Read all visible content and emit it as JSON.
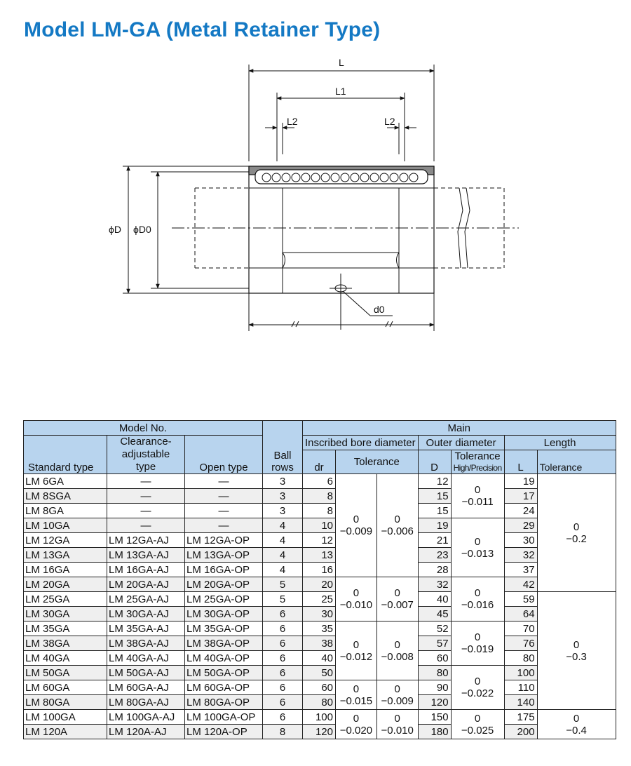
{
  "title": "Model LM-GA (Metal Retainer Type)",
  "drawing": {
    "labels": {
      "L": "L",
      "L1": "L1",
      "L2_left": "L2",
      "L2_right": "L2",
      "phi_D": "ϕD",
      "phi_D0": "ϕD0",
      "d0": "d0"
    }
  },
  "table": {
    "headers": {
      "model_no": "Model No.",
      "main": "Main",
      "standard_type": "Standard type",
      "clearance_type": "Clearance-adjustable type",
      "clearance_line1": "Clearance-",
      "clearance_line2": "adjustable",
      "clearance_line3": "type",
      "open_type": "Open type",
      "ball_rows_line1": "Ball",
      "ball_rows_line2": "rows",
      "inscribed_bore": "Inscribed bore diameter",
      "outer_diameter": "Outer diameter",
      "length": "Length",
      "tolerance": "Tolerance",
      "dr": "dr",
      "high": "High",
      "precision": "Precision",
      "D": "D",
      "d_tolerance_line1": "Tolerance",
      "d_tolerance_line2": "High/Precision",
      "L": "L",
      "l_tolerance": "Tolerance"
    },
    "rows": [
      {
        "standard": "LM 6GA",
        "clearance": "—",
        "open": "—",
        "ball_rows": "3",
        "dr": "6",
        "D": "12",
        "L": "19"
      },
      {
        "standard": "LM 8SGA",
        "clearance": "—",
        "open": "—",
        "ball_rows": "3",
        "dr": "8",
        "D": "15",
        "L": "17"
      },
      {
        "standard": "LM 8GA",
        "clearance": "—",
        "open": "—",
        "ball_rows": "3",
        "dr": "8",
        "D": "15",
        "L": "24"
      },
      {
        "standard": "LM 10GA",
        "clearance": "—",
        "open": "—",
        "ball_rows": "4",
        "dr": "10",
        "D": "19",
        "L": "29"
      },
      {
        "standard": "LM 12GA",
        "clearance": "LM 12GA-AJ",
        "open": "LM 12GA-OP",
        "ball_rows": "4",
        "dr": "12",
        "D": "21",
        "L": "30"
      },
      {
        "standard": "LM 13GA",
        "clearance": "LM 13GA-AJ",
        "open": "LM 13GA-OP",
        "ball_rows": "4",
        "dr": "13",
        "D": "23",
        "L": "32"
      },
      {
        "standard": "LM 16GA",
        "clearance": "LM 16GA-AJ",
        "open": "LM 16GA-OP",
        "ball_rows": "4",
        "dr": "16",
        "D": "28",
        "L": "37"
      },
      {
        "standard": "LM 20GA",
        "clearance": "LM 20GA-AJ",
        "open": "LM 20GA-OP",
        "ball_rows": "5",
        "dr": "20",
        "D": "32",
        "L": "42"
      },
      {
        "standard": "LM 25GA",
        "clearance": "LM 25GA-AJ",
        "open": "LM 25GA-OP",
        "ball_rows": "5",
        "dr": "25",
        "D": "40",
        "L": "59"
      },
      {
        "standard": "LM 30GA",
        "clearance": "LM 30GA-AJ",
        "open": "LM 30GA-OP",
        "ball_rows": "6",
        "dr": "30",
        "D": "45",
        "L": "64"
      },
      {
        "standard": "LM 35GA",
        "clearance": "LM 35GA-AJ",
        "open": "LM 35GA-OP",
        "ball_rows": "6",
        "dr": "35",
        "D": "52",
        "L": "70"
      },
      {
        "standard": "LM 38GA",
        "clearance": "LM 38GA-AJ",
        "open": "LM 38GA-OP",
        "ball_rows": "6",
        "dr": "38",
        "D": "57",
        "L": "76"
      },
      {
        "standard": "LM 40GA",
        "clearance": "LM 40GA-AJ",
        "open": "LM 40GA-OP",
        "ball_rows": "6",
        "dr": "40",
        "D": "60",
        "L": "80"
      },
      {
        "standard": "LM 50GA",
        "clearance": "LM 50GA-AJ",
        "open": "LM 50GA-OP",
        "ball_rows": "6",
        "dr": "50",
        "D": "80",
        "L": "100"
      },
      {
        "standard": "LM 60GA",
        "clearance": "LM 60GA-AJ",
        "open": "LM 60GA-OP",
        "ball_rows": "6",
        "dr": "60",
        "D": "90",
        "L": "110"
      },
      {
        "standard": "LM 80GA",
        "clearance": "LM 80GA-AJ",
        "open": "LM 80GA-OP",
        "ball_rows": "6",
        "dr": "80",
        "D": "120",
        "L": "140"
      },
      {
        "standard": "LM 100GA",
        "clearance": "LM 100GA-AJ",
        "open": "LM 100GA-OP",
        "ball_rows": "6",
        "dr": "100",
        "D": "150",
        "L": "175"
      },
      {
        "standard": "LM 120A",
        "clearance": "LM 120A-AJ",
        "open": "LM 120A-OP",
        "ball_rows": "8",
        "dr": "120",
        "D": "180",
        "L": "200"
      }
    ],
    "bore_tolerance_groups": [
      {
        "high": "0\n−0.009",
        "precision": "0\n−0.006"
      },
      {
        "high": "0\n−0.010",
        "precision": "0\n−0.007"
      },
      {
        "high": "0\n−0.012",
        "precision": "0\n−0.008"
      },
      {
        "high": "0\n−0.015",
        "precision": "0\n−0.009"
      },
      {
        "high": "0\n−0.020",
        "precision": "0\n−0.010"
      }
    ],
    "outer_tolerance_groups": [
      "0\n−0.011",
      "0\n−0.013",
      "0\n−0.016",
      "0\n−0.019",
      "0\n−0.022",
      "0\n−0.025"
    ],
    "length_tolerance_groups": [
      "0\n−0.2",
      "0\n−0.3",
      "0\n−0.4"
    ]
  }
}
